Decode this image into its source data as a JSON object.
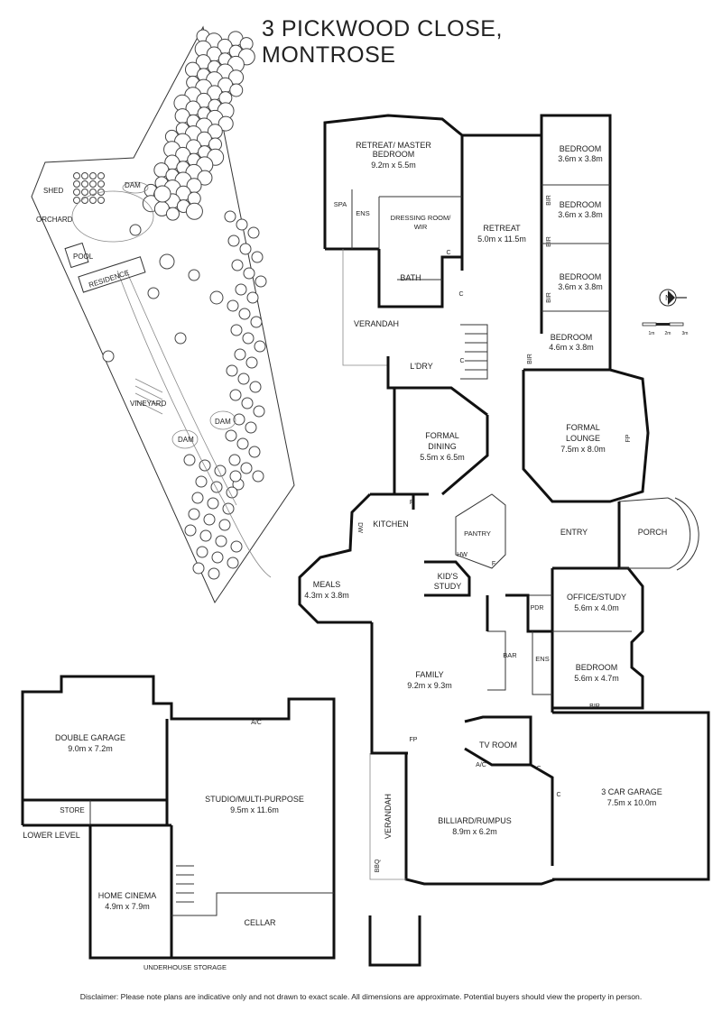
{
  "title": "3 PICKWOOD CLOSE, MONTROSE",
  "disclaimer": "Disclaimer: Please note plans are indicative only and not drawn to exact scale. All dimensions are approximate. Potential buyers should view the property in person.",
  "compass": {
    "label": "N",
    "icon": "north-arrow-icon"
  },
  "scale_bar": {
    "ticks": [
      "1m",
      "2m",
      "3m"
    ]
  },
  "site_plan": {
    "labels": {
      "shed": "SHED",
      "dam1": "DAM",
      "orchard": "ORCHARD",
      "pool": "POOL",
      "residence": "RESIDENCE",
      "vineyard": "VINEYARD",
      "dam2": "DAM",
      "dam3": "DAM"
    }
  },
  "upper_level": {
    "retreat_master": {
      "name": "RETREAT/ MASTER",
      "name2": "BEDROOM",
      "size": "9.2m x 5.5m"
    },
    "spa": "SPA",
    "ens": "ENS",
    "dressing": {
      "name": "DRESSING ROOM/",
      "name2": "WIR"
    },
    "retreat": {
      "name": "RETREAT",
      "size": "5.0m x 11.5m"
    },
    "bed1": {
      "name": "BEDROOM",
      "size": "3.6m x 3.8m"
    },
    "bed2": {
      "name": "BEDROOM",
      "size": "3.6m x 3.8m"
    },
    "bed3": {
      "name": "BEDROOM",
      "size": "3.6m x 3.8m"
    },
    "bed4": {
      "name": "BEDROOM",
      "size": "4.6m x 3.8m"
    },
    "bath": "BATH",
    "verandah_top": "VERANDAH",
    "ldry": "L'DRY",
    "formal_dining": {
      "name": "FORMAL",
      "name2": "DINING",
      "size": "5.5m x 6.5m"
    },
    "formal_lounge": {
      "name": "FORMAL",
      "name2": "LOUNGE",
      "size": "7.5m x 8.0m"
    },
    "kitchen": "KITCHEN",
    "pantry": "PANTRY",
    "hw": "HW",
    "entry": "ENTRY",
    "porch": "PORCH",
    "meals": {
      "name": "MEALS",
      "size": "4.3m x 3.8m"
    },
    "kids_study": {
      "name": "KID'S",
      "name2": "STUDY"
    },
    "office": {
      "name": "OFFICE/STUDY",
      "size": "5.6m x 4.0m"
    },
    "pdr": "PDR",
    "bar": "BAR",
    "ens2": "ENS",
    "bed5": {
      "name": "BEDROOM",
      "size": "5.6m x 4.7m"
    },
    "family": {
      "name": "FAMILY",
      "size": "9.2m x 9.3m"
    },
    "tv_room": "TV ROOM",
    "billiard": {
      "name": "BILLIARD/RUMPUS",
      "size": "8.9m x 6.2m"
    },
    "garage3": {
      "name": "3 CAR GARAGE",
      "size": "7.5m x 10.0m"
    },
    "verandah_side": "VERANDAH",
    "bbq": "BBQ",
    "fp": "FP",
    "ac": "A/C",
    "dw": "DW",
    "bir": "BIR",
    "c": "C",
    "f": "F"
  },
  "lower_level": {
    "label": "LOWER LEVEL",
    "double_garage": {
      "name": "DOUBLE GARAGE",
      "size": "9.0m x 7.2m"
    },
    "store": "STORE",
    "studio": {
      "name": "STUDIO/MULTI-PURPOSE",
      "size": "9.5m x 11.6m"
    },
    "ac": "A/C",
    "home_cinema": {
      "name": "HOME CINEMA",
      "size": "4.9m x 7.9m"
    },
    "cellar": "CELLAR",
    "underhouse": "UNDERHOUSE STORAGE"
  }
}
